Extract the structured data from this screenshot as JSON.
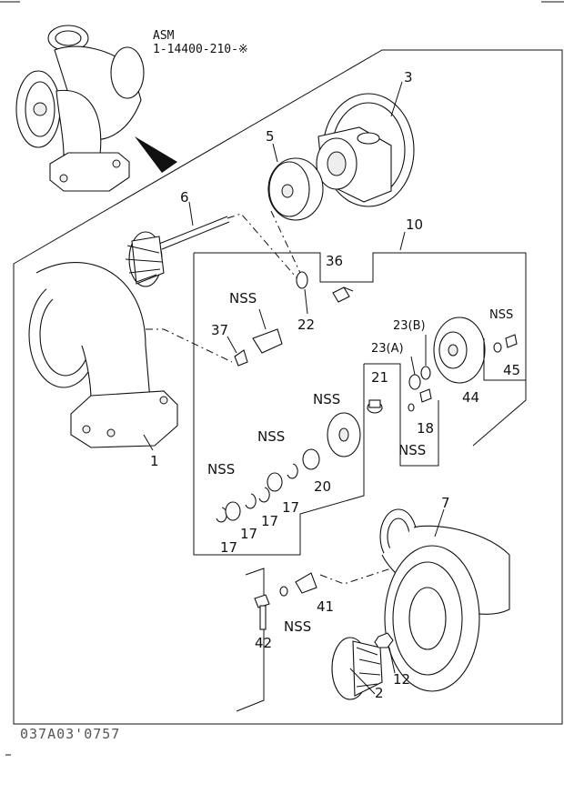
{
  "header": {
    "asm_label": "ASM",
    "part_number": "1-14400-210-※"
  },
  "reference": "037A03'0757",
  "callouts": {
    "c1": "1",
    "c2": "2",
    "c3": "3",
    "c5": "5",
    "c6": "6",
    "c7": "7",
    "c10": "10",
    "c12": "12",
    "c17a": "17",
    "c17b": "17",
    "c17c": "17",
    "c17d": "17",
    "c18": "18",
    "c20": "20",
    "c21": "21",
    "c22": "22",
    "c23a": "23(A)",
    "c23b": "23(B)",
    "c36": "36",
    "c37": "37",
    "c41": "41",
    "c42": "42",
    "c44": "44",
    "c45": "45",
    "nss1": "NSS",
    "nss2": "NSS",
    "nss3": "NSS",
    "nss4": "NSS",
    "nss5": "NSS",
    "nss6": "NSS",
    "nss7": "NSS"
  }
}
